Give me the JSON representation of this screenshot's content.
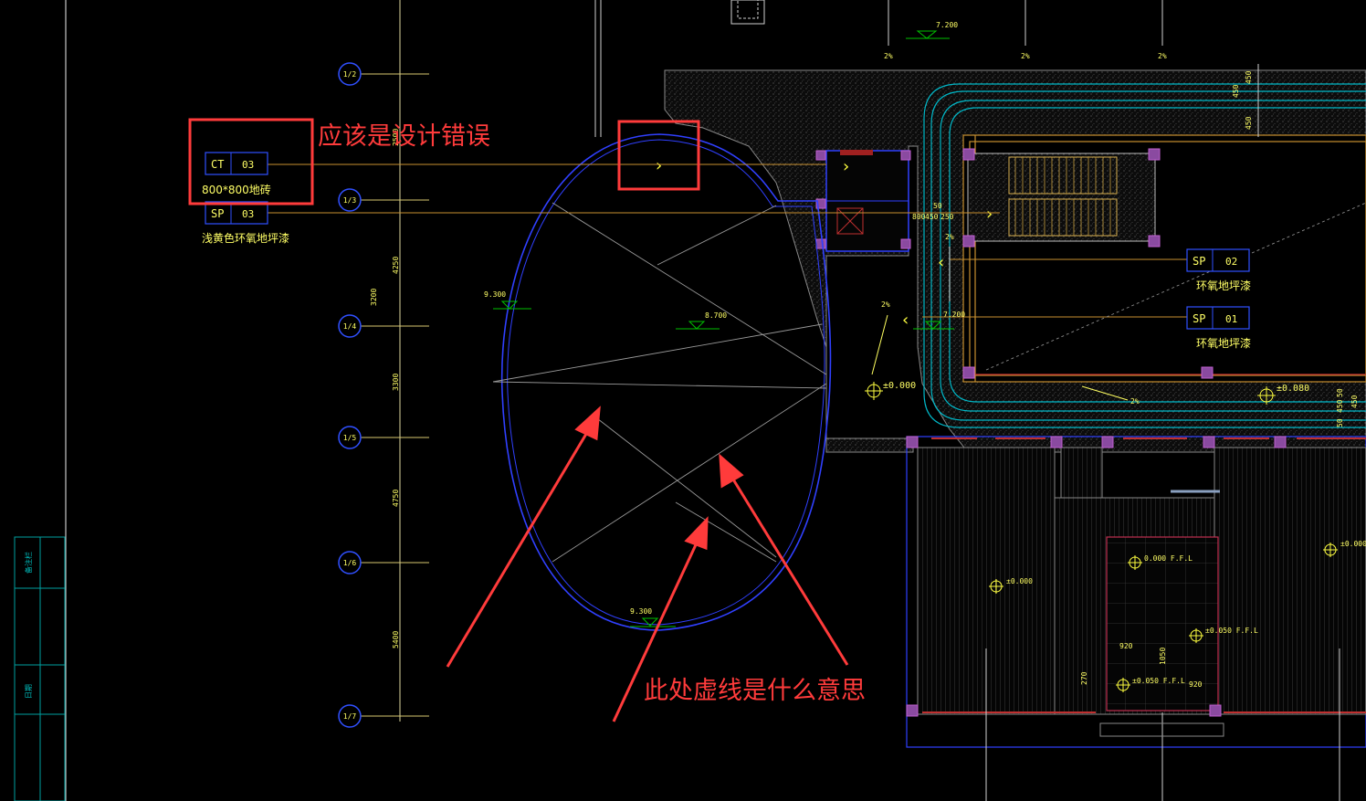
{
  "annotations": {
    "design_error": "应该是设计错误",
    "dashed_line_question": "此处虚线是什么意思"
  },
  "tags": {
    "ct03": {
      "code": "CT",
      "num": "03",
      "desc": "800*800地砖"
    },
    "sp03": {
      "code": "SP",
      "num": "03",
      "desc": "浅黄色环氧地坪漆"
    },
    "sp02": {
      "code": "SP",
      "num": "02",
      "desc": "环氧地坪漆"
    },
    "sp01": {
      "code": "SP",
      "num": "01",
      "desc": "环氧地坪漆"
    }
  },
  "grid_axes": [
    "1/2",
    "1/3",
    "1/4",
    "1/5",
    "1/6",
    "1/7"
  ],
  "grid_dims": [
    "2500",
    "4250",
    "3200",
    "3300",
    "4750",
    "5400"
  ],
  "elevations": {
    "top": "7.200",
    "left": "9.300",
    "center": "8.700",
    "bottom": "9.300",
    "mid": "7.200",
    "zero1": "±0.000",
    "zero2": "±0.080",
    "zero3": "±0.000",
    "zero4": "±0.000",
    "ffl1": "0.000 F.F.L",
    "ffl2": "±0.050 F.F.L",
    "ffl3": "±0.050 F.F.L"
  },
  "slopes": [
    "2%",
    "2%",
    "2%",
    "2%",
    "2%",
    "2%"
  ],
  "small_dims": {
    "stair": [
      "800",
      "450",
      "250",
      "50"
    ],
    "right": [
      "450",
      "450",
      "450",
      "450"
    ],
    "right_bottom": [
      "50",
      "450",
      "50"
    ],
    "room": [
      "920",
      "1050",
      "920",
      "270"
    ]
  },
  "sidebar_texts": [
    "备注栏",
    "日期"
  ],
  "colors": {
    "background": "#000000",
    "annotation_red": "#ff3b3b",
    "cad_blue": "#3040ff",
    "cad_yellow": "#ffff66",
    "cad_orange": "#c89030",
    "cad_cyan": "#00c8c8",
    "cad_green": "#00c000",
    "cad_magenta": "#b040c0"
  }
}
